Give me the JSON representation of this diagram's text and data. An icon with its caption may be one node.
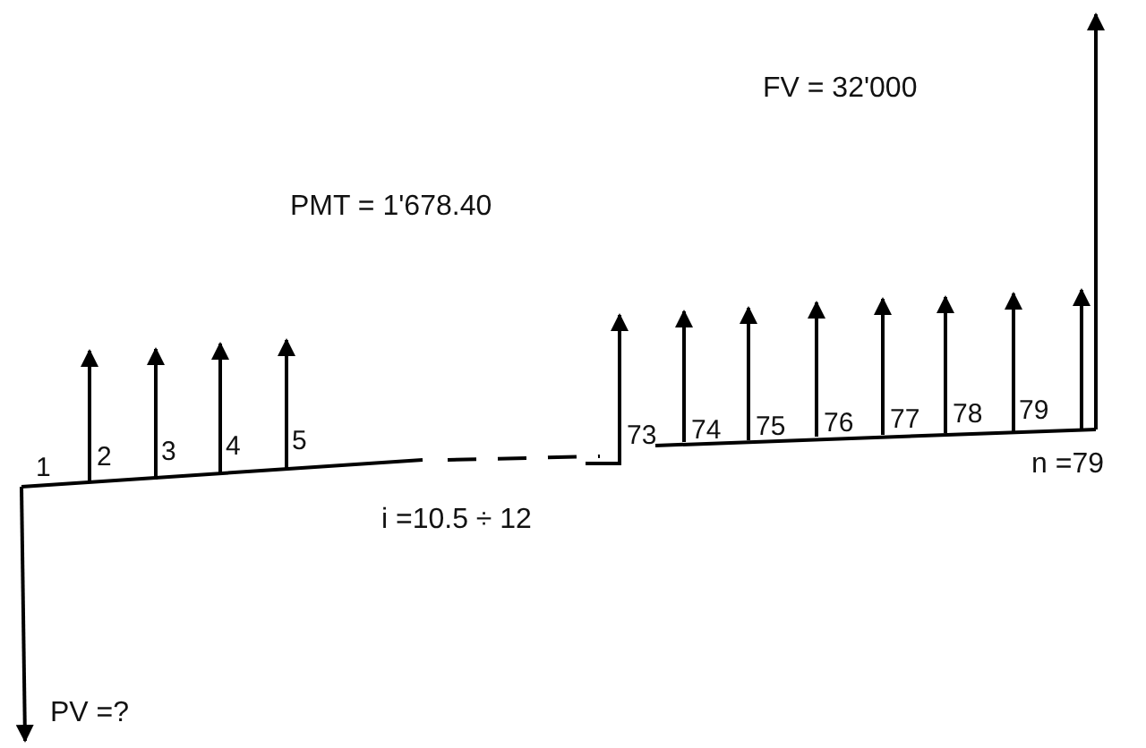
{
  "diagram": {
    "labels": [
      "FV = 32'000",
      "PMT = 1'678.40",
      "1",
      "2",
      "3",
      "4",
      "5",
      "73",
      "74",
      "75",
      "76",
      "77",
      "78",
      "79",
      "n =79",
      "i =10.5 ÷ 12",
      "PV =?"
    ]
  }
}
